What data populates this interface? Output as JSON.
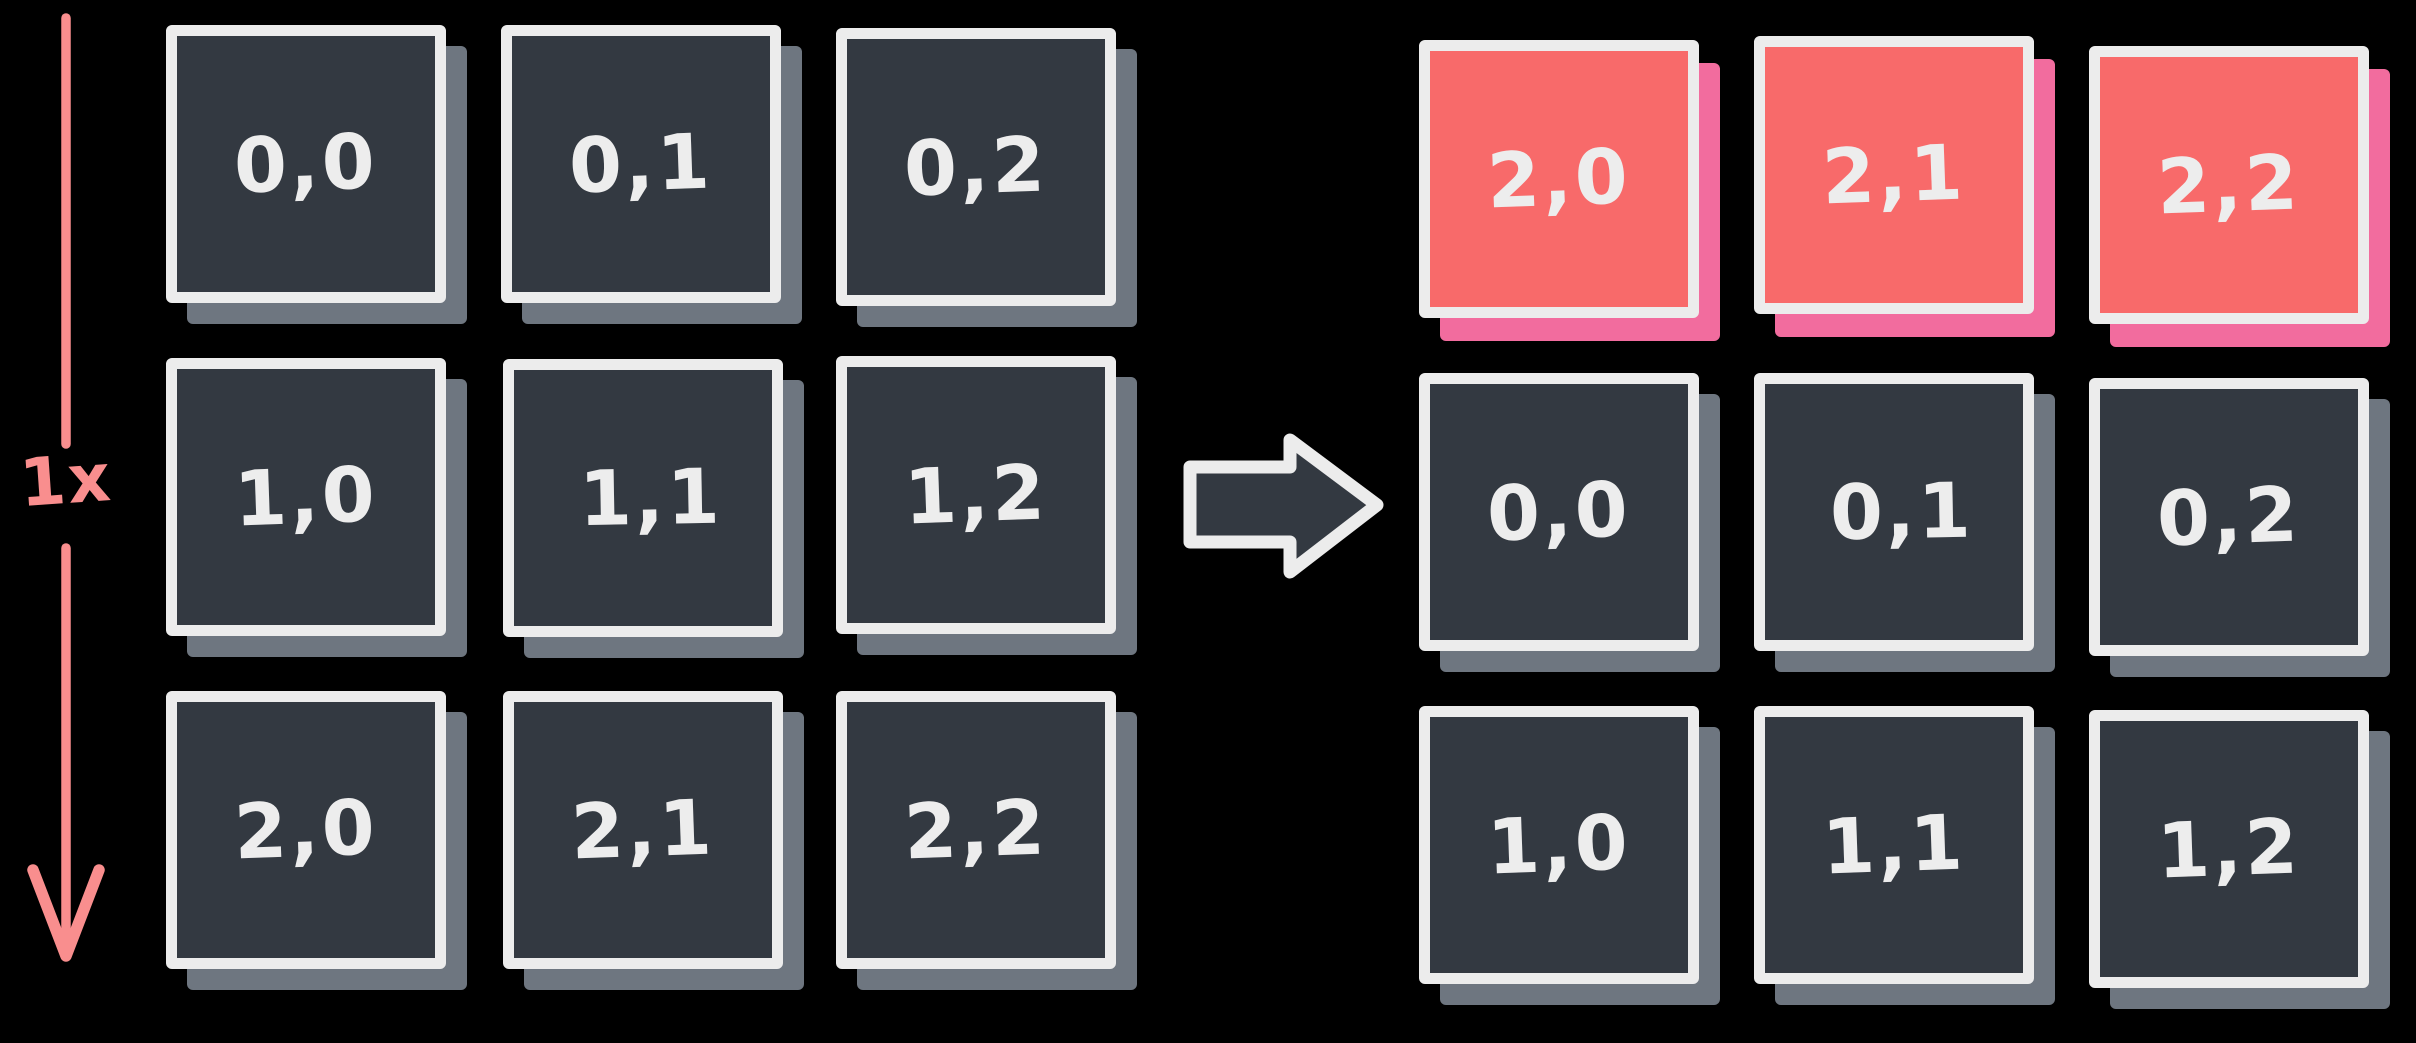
{
  "colors": {
    "background": "#000000",
    "cell_fill": "#333941",
    "cell_border": "#ECECEC",
    "cell_shadow": "#6E7680",
    "highlight_fill": "#F86A6A",
    "highlight_shadow": "#F26C9E",
    "label_color": "#EDEDED",
    "annotation_color": "#F98E8E"
  },
  "icons": {
    "shift_direction": "down-arrow",
    "transform": "right-arrow"
  },
  "annotation": {
    "shift_label": "1x"
  },
  "source_grid": {
    "cells": [
      {
        "label": "0,0",
        "highlight": false
      },
      {
        "label": "0,1",
        "highlight": false
      },
      {
        "label": "0,2",
        "highlight": false
      },
      {
        "label": "1,0",
        "highlight": false
      },
      {
        "label": "1,1",
        "highlight": false
      },
      {
        "label": "1,2",
        "highlight": false
      },
      {
        "label": "2,0",
        "highlight": false
      },
      {
        "label": "2,1",
        "highlight": false
      },
      {
        "label": "2,2",
        "highlight": false
      }
    ]
  },
  "result_grid": {
    "cells": [
      {
        "label": "2,0",
        "highlight": true
      },
      {
        "label": "2,1",
        "highlight": true
      },
      {
        "label": "2,2",
        "highlight": true
      },
      {
        "label": "0,0",
        "highlight": false
      },
      {
        "label": "0,1",
        "highlight": false
      },
      {
        "label": "0,2",
        "highlight": false
      },
      {
        "label": "1,0",
        "highlight": false
      },
      {
        "label": "1,1",
        "highlight": false
      },
      {
        "label": "1,2",
        "highlight": false
      }
    ]
  }
}
